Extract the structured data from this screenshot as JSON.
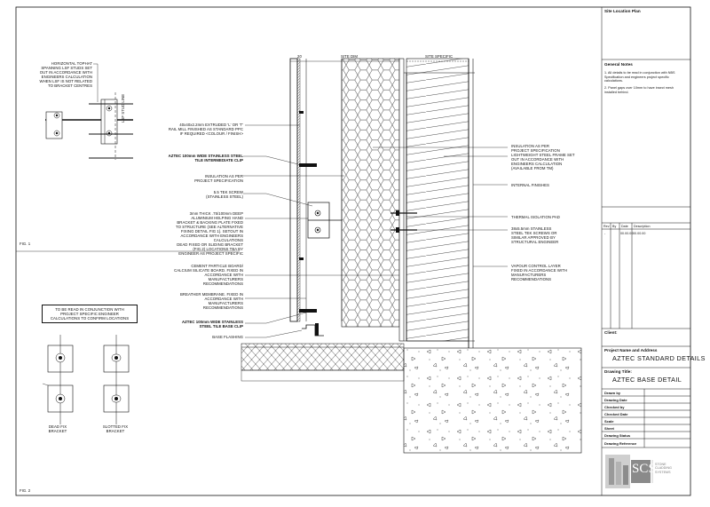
{
  "fig_labels": {
    "fig1": "FIG. 1",
    "fig2": "FIG. 2"
  },
  "dims": {
    "d20": "20",
    "site_dim": "SITE DIM",
    "site_specific": "SITE SPECIFIC"
  },
  "left_labels": {
    "topmat": "HORIZONTAL TOPHAT\nSPANNING LSF STUDS SET\nOUT IN ACCORDANCE WITH\nENGINEERS CALCULATION\nWHEN LSF IS NOT RELATED\nTO BRACKET CENTRES",
    "lsf_stud": "LSF STUD LINE",
    "read_note": "TO BE READ IN CONJUNCTION WITH\nPROJECT SPECIFIC ENGINEER\nCALCULATIONS TO CONFIRM LOCATIONS",
    "dead_fix": "DEAD FIX\nBRACKET",
    "slotted_fix": "SLOTTED FIX\nBRACKET"
  },
  "callouts_left": [
    "40x40x2.2mm EXTRUDED 'L' OR 'T'\nRAIL MILL FINISHED AS STANDARD PPC\nIF REQUIRED <COLOUR / FINISH>",
    "AZTEC 100mm WIDE STAINLESS STEEL\nTILE INTERMEDIATE CLIP",
    "INSULATION AS PER\nPROJECT SPECIFICATION",
    "5.5 TEK SCREW\n(STAINLESS STEEL)",
    "3mm THICK .75/100mm DEEP\nALUMINIUM HELPING HAND\nBRACKET & BACKING PLATE FIXED\nTO STRUCTURE (SEE ALTERNATIVE\nFIXING DETAIL FIG 1). SETOUT IN\nACCORDANCE WITH ENGINEERS\nCALCULATIONS\nDEAD FIXED OR SLIDING BRACKET\n(FIG.2) LOCATIONS TBA BY\nENGINEER AS PROJECT SPECIFIC",
    "CEMENT PARTICLE BOARD/\nCALCIUM SILICATE BOARD. FIXED IN\nACCORDANCE WITH\nMANUFACTURERS\nRECOMMENDATIONS",
    "BREATHER MEMBRANE. FIXED IN\nACCORDANCE WITH\nMANUFACTURERS\nRECOMMENDATIONS",
    "AZTEC 100mm WIDE STAINLESS\nSTEEL TILE BASE CLIP",
    "BASE FLASHING"
  ],
  "callouts_right": [
    "INSULATION AS PER\nPROJECT SPECIFICATION",
    "LIGHTWEIGHT STEEL FRAME SET\nOUT IN ACCORDANCE WITH\nENGINEERS CALCULATION\n(AVAILABLE FROM TM)",
    "INTERNAL FINISHES",
    "THERMAL ISOLATION PAD",
    "38x5.5mm STAINLESS\nSTEEL TEK SCREWS OR\nSIMILAR APPROVED BY\nSTRUCTURAL ENGINEER",
    "VAPOUR CONTROL LAYER\nFIXED IN ACCORDANCE WITH\nMANUFACTURERS\nRECOMMENDATIONS"
  ],
  "title_block": {
    "site_location": "Site Location Plan",
    "general_notes": "General Notes",
    "note1": "1. All details to be read in conjunction with NBS\nSpecification and engineers project specific\ncalculations.",
    "note2": "2. Panel gaps over 10mm to have insect mesh\ninstalled behind.",
    "rev_headers": [
      "Rev",
      "By",
      "Date",
      "Description"
    ],
    "rev_row": [
      "-",
      "",
      "00.00.00",
      "00.00.00"
    ],
    "client": "Client:",
    "project_name_label": "Project Name and Address",
    "project_name": "AZTEC STANDARD DETAILS",
    "drawing_title_label": "Drawing Title:",
    "drawing_title": "AZTEC BASE DETAIL",
    "fields": [
      "Drawn by",
      "Drawing Date",
      "Checked by",
      "Checked Date",
      "Scale",
      "Sheet",
      "Drawing Status",
      "Drawing Reference"
    ],
    "logo": "SCS",
    "logo_sub": "STONE\nCLADDING\nSYSTEMS"
  }
}
